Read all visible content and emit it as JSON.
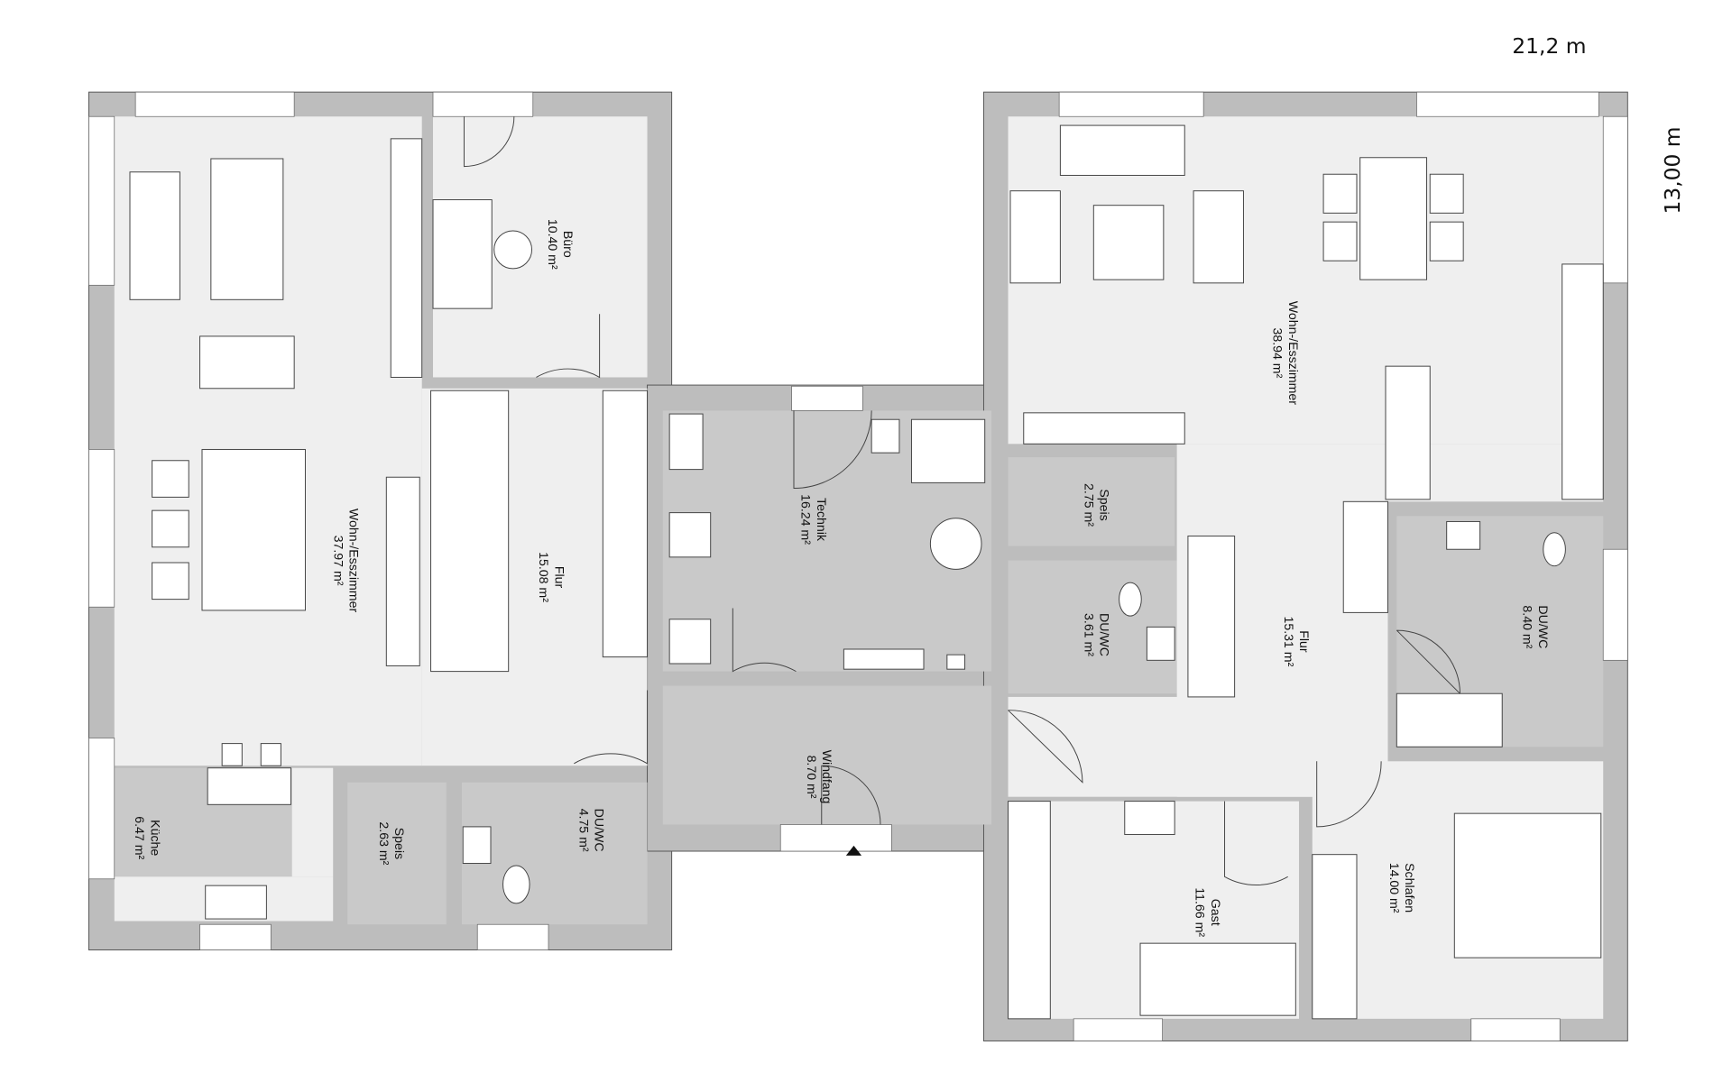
{
  "dimensions": {
    "width": "21,2 m",
    "depth": "13,00 m"
  },
  "rooms": {
    "buero": {
      "name": "Büro",
      "area": "10.40 m²"
    },
    "wohn_left": {
      "name": "Wohn-/Esszimmer",
      "area": "37.97 m²"
    },
    "flur_left": {
      "name": "Flur",
      "area": "15.08 m²"
    },
    "technik": {
      "name": "Technik",
      "area": "16.24 m²"
    },
    "windfang": {
      "name": "Windfang",
      "area": "8.70 m²"
    },
    "kueche": {
      "name": "Küche",
      "area": "6.47 m²"
    },
    "speis_left": {
      "name": "Speis",
      "area": "2.63 m²"
    },
    "duwc_left": {
      "name": "DU/WC",
      "area": "4.75 m²"
    },
    "wohn_right": {
      "name": "Wohn-/Esszimmer",
      "area": "38.94 m²"
    },
    "speis_right": {
      "name": "Speis",
      "area": "2.75 m²"
    },
    "duwc_mid": {
      "name": "DU/WC",
      "area": "3.61 m²"
    },
    "flur_right": {
      "name": "Flur",
      "area": "15.31 m²"
    },
    "duwc_right": {
      "name": "DU/WC",
      "area": "8.40 m²"
    },
    "gast": {
      "name": "Gast",
      "area": "11.66 m²"
    },
    "schlafen": {
      "name": "Schlafen",
      "area": "14.00 m²"
    }
  }
}
